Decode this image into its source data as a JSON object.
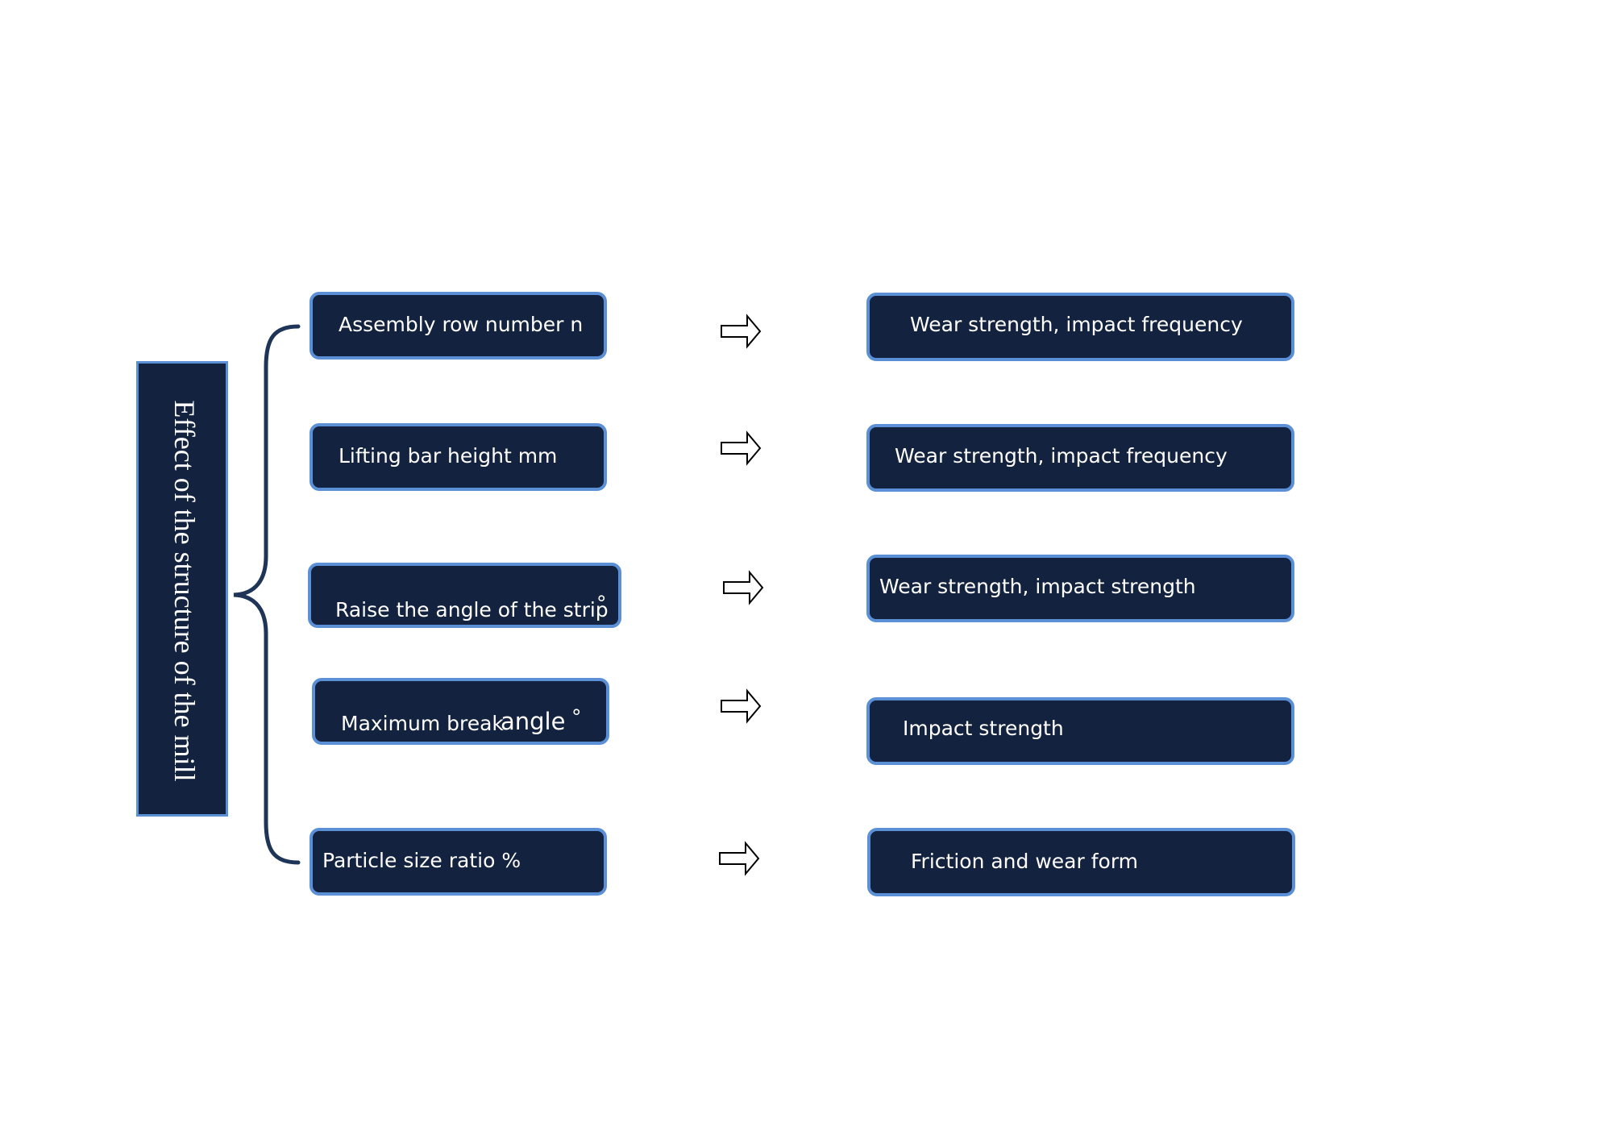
{
  "diagram": {
    "title": "Effect of the structure of the mill",
    "rows": [
      {
        "factor": "Assembly row number n",
        "effect": "Wear strength, impact frequency"
      },
      {
        "factor": "Lifting bar height mm",
        "effect": "Wear strength, impact frequency"
      },
      {
        "factor": "Raise the angle of the strip",
        "factor_unit": "°",
        "effect": "Wear strength, impact strength"
      },
      {
        "factor": "Maximum break",
        "factor_emph": "angle",
        "factor_unit": "°",
        "effect": "Impact strength"
      },
      {
        "factor": "Particle size ratio %",
        "effect": "Friction and wear form"
      }
    ],
    "colors": {
      "box_fill": "#13223f",
      "box_border": "#5b8fd6",
      "brace": "#1f3557",
      "arrow_stroke": "#000000",
      "text": "#ffffff"
    },
    "icons": {
      "arrow": "right-outline-arrow-icon",
      "brace": "curly-brace"
    }
  }
}
